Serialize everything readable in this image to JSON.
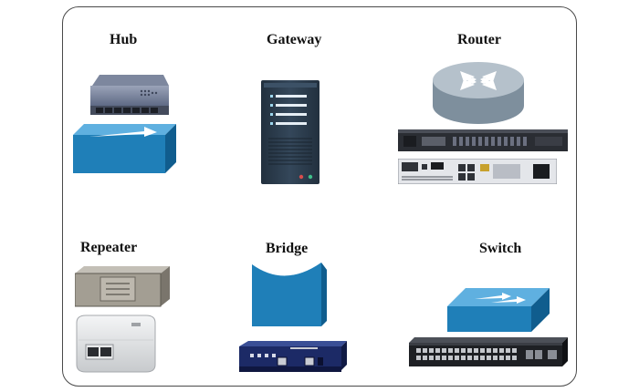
{
  "devices": {
    "hub": {
      "label": "Hub"
    },
    "gateway": {
      "label": "Gateway"
    },
    "router": {
      "label": "Router"
    },
    "repeater": {
      "label": "Repeater"
    },
    "bridge": {
      "label": "Bridge"
    },
    "switch": {
      "label": "Switch"
    }
  },
  "colors": {
    "cisco_blue": "#1f7fb8",
    "server_dark": "#2b3a4a",
    "frame_border": "#4a4a4a"
  }
}
